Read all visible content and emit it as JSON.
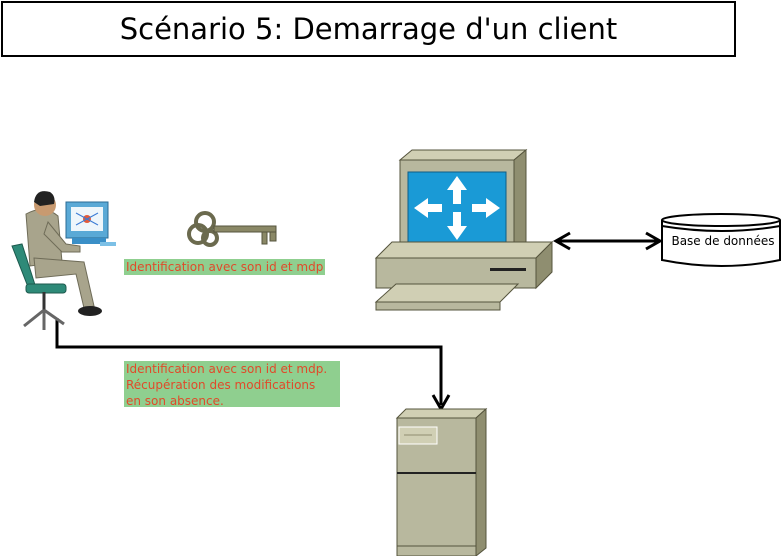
{
  "diagram": {
    "title": "Scénario 5: Demarrage d'un client",
    "note_login": "Identification avec son id et mdp",
    "note_sync_lines": [
      "Identification avec son id et mdp.",
      "Récupération des modifications",
      "en son absence."
    ],
    "database_label": "Base de données"
  },
  "colors": {
    "note_bg": "#8fcf8f",
    "note_text": "#e04a2a",
    "server_body": "#b8b89e",
    "screen_blue": "#1a9ad6"
  }
}
